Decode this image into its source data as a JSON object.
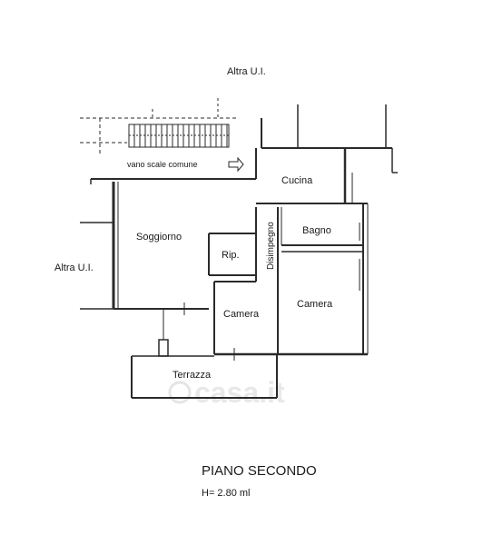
{
  "rooms": {
    "altra_top": "Altra U.I.",
    "altra_left": "Altra U.I.",
    "vano_scale": "vano scale comune",
    "cucina": "Cucina",
    "bagno": "Bagno",
    "soggiorno": "Soggiorno",
    "rip": "Rip.",
    "disimpegno": "Disimpegno",
    "camera_1": "Camera",
    "camera_2": "Camera",
    "terrazza": "Terrazza"
  },
  "footer": {
    "floor_title": "PIANO SECONDO",
    "height": "H= 2.80 ml"
  },
  "watermark": "casa.it",
  "colors": {
    "ink": "#2a2a2a",
    "paper": "#ffffff",
    "watermark": "#d9d9d9"
  }
}
